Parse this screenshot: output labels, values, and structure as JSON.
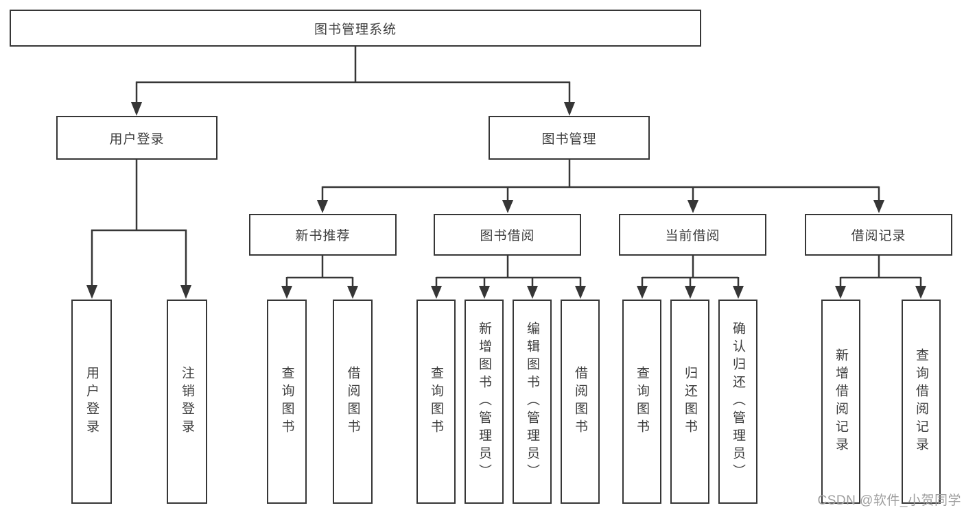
{
  "diagram": {
    "watermark": "CSDN @软件_小贺同学",
    "colors": {
      "line": "#363636",
      "text": "#3d3d3d",
      "background": "#ffffff",
      "watermark": "#9e9e9e"
    },
    "nodes": {
      "root": {
        "label": "图书管理系统"
      },
      "user_login": {
        "label": "用户登录"
      },
      "book_management": {
        "label": "图书管理"
      },
      "new_book_recommend": {
        "label": "新书推荐"
      },
      "book_borrow": {
        "label": "图书借阅"
      },
      "current_borrow": {
        "label": "当前借阅"
      },
      "borrow_records": {
        "label": "借阅记录"
      },
      "leaf_user_login": {
        "label": "用户登录"
      },
      "leaf_logout": {
        "label": "注销登录"
      },
      "leaf_query_books_recommend": {
        "label": "查询图书"
      },
      "leaf_borrow_books_recommend": {
        "label": "借阅图书"
      },
      "leaf_query_books_borrow": {
        "label": "查询图书"
      },
      "leaf_add_book_admin": {
        "label": "新增图书（管理员）"
      },
      "leaf_edit_book_admin": {
        "label": "编辑图书（管理员）"
      },
      "leaf_borrow_books_borrow": {
        "label": "借阅图书"
      },
      "leaf_query_books_current": {
        "label": "查询图书"
      },
      "leaf_return_books": {
        "label": "归还图书"
      },
      "leaf_confirm_return_admin": {
        "label": "确认归还（管理员）"
      },
      "leaf_add_borrow_record": {
        "label": "新增借阅记录"
      },
      "leaf_query_borrow_record": {
        "label": "查询借阅记录"
      }
    }
  }
}
